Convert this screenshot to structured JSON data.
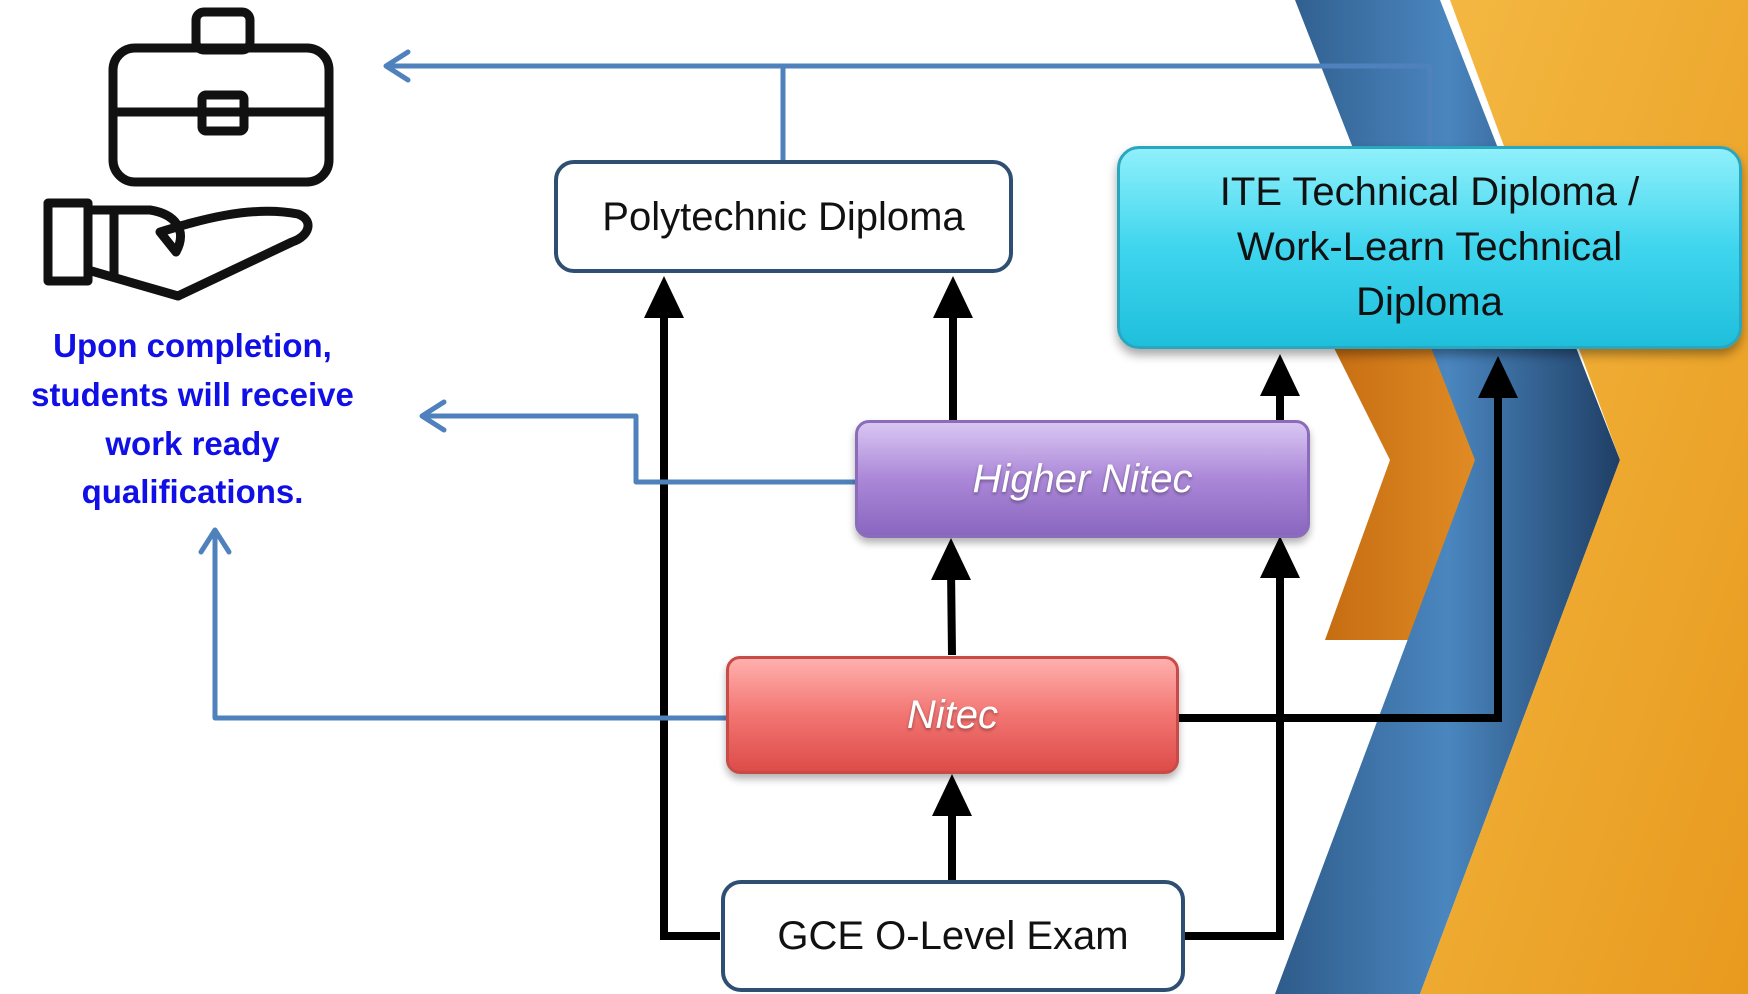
{
  "diagram": {
    "nodes": {
      "polytechnic": "Polytechnic Diploma",
      "ite_line1": "ITE Technical Diploma /",
      "ite_line2": "Work-Learn Technical",
      "ite_line3": "Diploma",
      "higher_nitec": "Higher Nitec",
      "nitec": "Nitec",
      "o_level": "GCE O-Level Exam"
    },
    "callout": {
      "line1": "Upon completion,",
      "line2": "students will receive",
      "line3": "work ready",
      "line4": "qualifications."
    },
    "icon": "briefcase-in-hand-icon",
    "colors": {
      "progression_arrow": "#000000",
      "employment_arrow": "#4f81bd",
      "callout_text": "#1010e6",
      "ite_box": "#3fd5ee",
      "higher_nitec_box": "#ab87d8",
      "nitec_box": "#f27572"
    }
  }
}
